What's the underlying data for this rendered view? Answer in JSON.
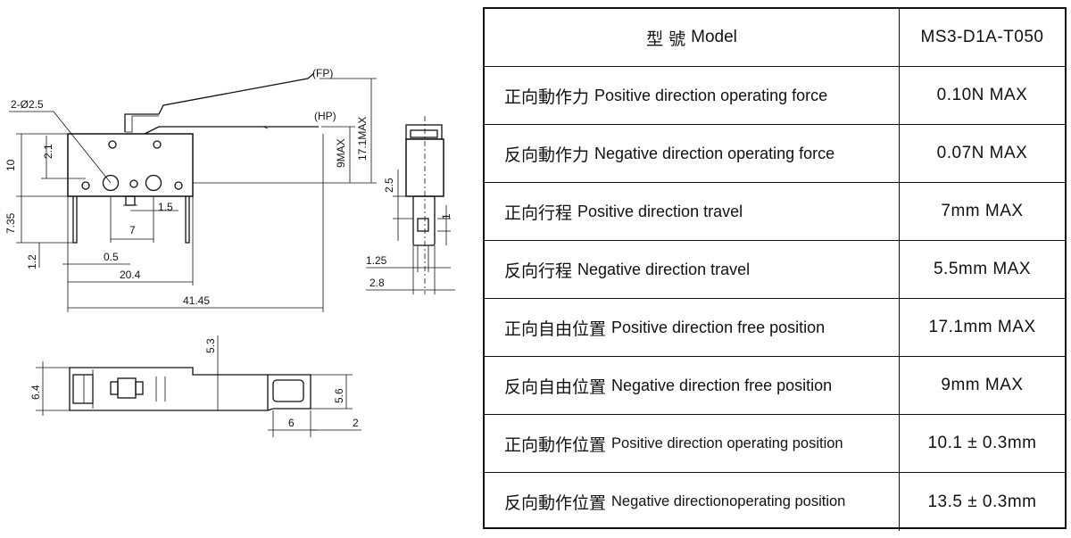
{
  "drawing": {
    "dims": {
      "fp": "(FP)",
      "hp": "(HP)",
      "hole": "2-Ø2.5",
      "d10": "10",
      "d21": "2.1",
      "d735": "7.35",
      "d12": "1.2",
      "d7": "7",
      "d15": "1.5",
      "d05": "0.5",
      "d204": "20.4",
      "d4145": "41.45",
      "d9max": "9MAX",
      "d171max": "17.1MAX",
      "d25": "2.5",
      "d1": "1",
      "d125": "1.25",
      "d28": "2.8",
      "d53": "5.3",
      "d64": "6.4",
      "d56": "5.6",
      "d6": "6",
      "d2": "2"
    }
  },
  "table": {
    "header": {
      "label_zh": "型 號",
      "label_en": "Model",
      "value": "MS3-D1A-T050"
    },
    "rows": [
      {
        "zh": "正向動作力",
        "en": "Positive direction operating force",
        "value": "0.10N MAX"
      },
      {
        "zh": "反向動作力",
        "en": "Negative direction operating force",
        "value": "0.07N MAX"
      },
      {
        "zh": "正向行程",
        "en": "Positive direction travel",
        "value": "7mm MAX"
      },
      {
        "zh": "反向行程",
        "en": "Negative direction travel",
        "value": "5.5mm MAX"
      },
      {
        "zh": "正向自由位置",
        "en": "Positive direction free position",
        "value": "17.1mm MAX"
      },
      {
        "zh": "反向自由位置",
        "en": "Negative direction free position",
        "value": "9mm MAX"
      },
      {
        "zh": "正向動作位置",
        "en": "Positive direction operating position",
        "value": "10.1 ± 0.3mm"
      },
      {
        "zh": "反向動作位置",
        "en": "Negative directionoperating position",
        "value": "13.5 ± 0.3mm"
      }
    ]
  }
}
